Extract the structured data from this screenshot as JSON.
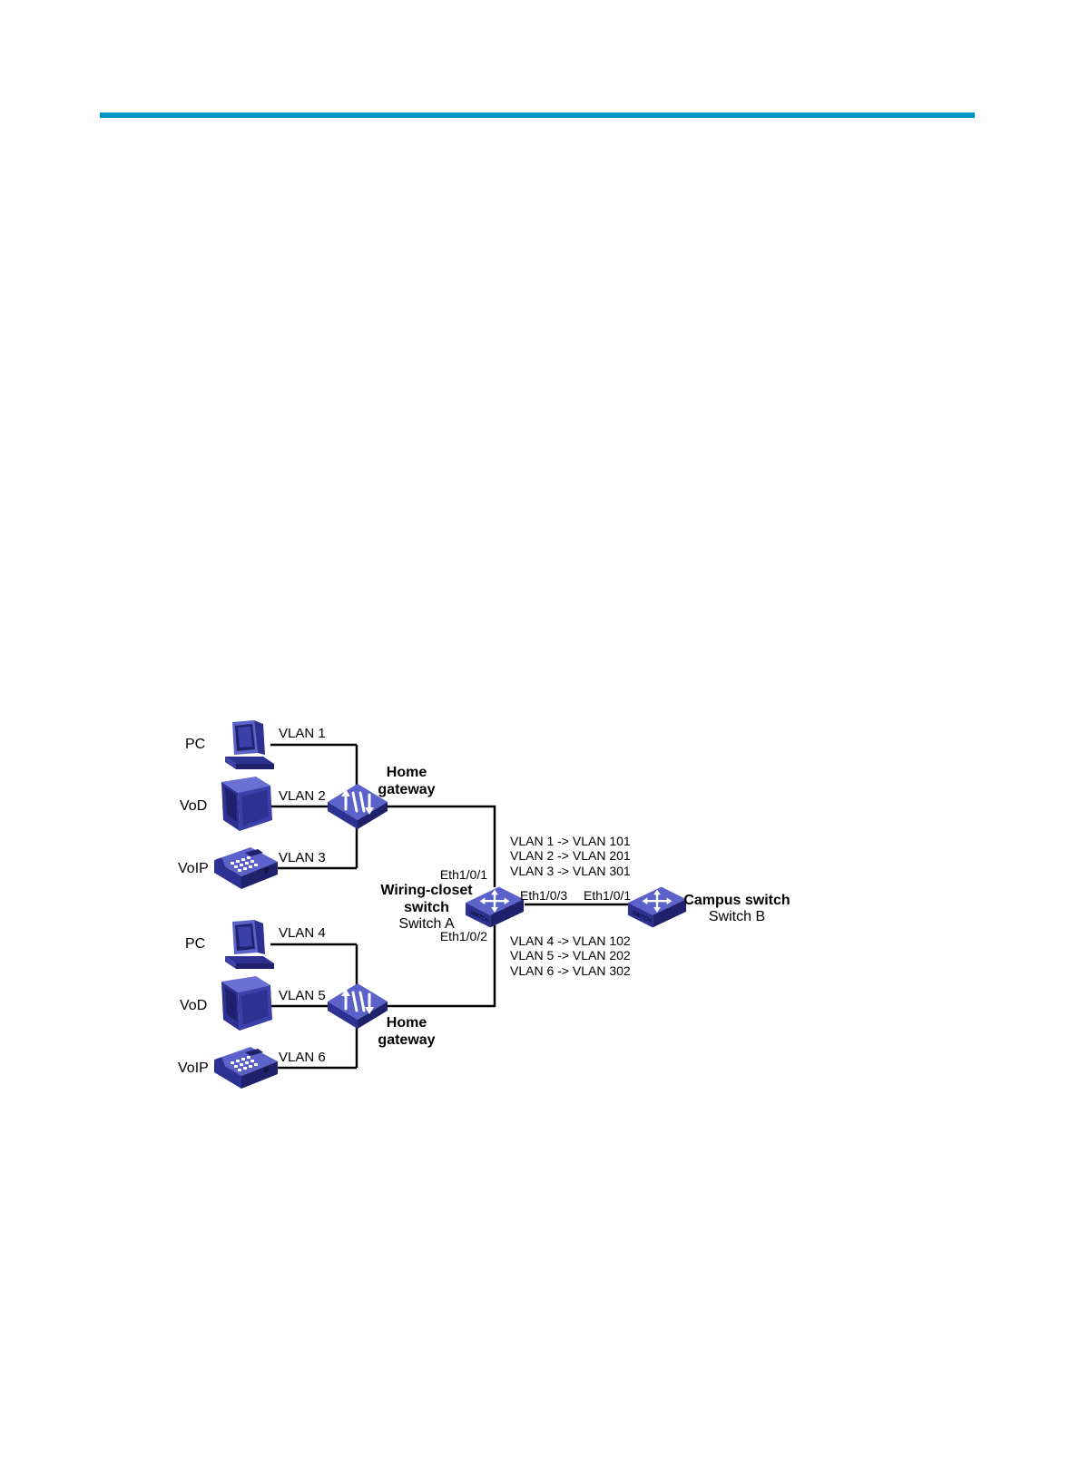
{
  "colors": {
    "rule": "#0096c8",
    "device_top": "#5b62c9",
    "device_side": "#2d3191",
    "device_dark": "#1f226b",
    "line": "#000000"
  },
  "groups": [
    {
      "devices": [
        {
          "label": "PC",
          "icon": "pc-icon",
          "vlan": "VLAN 1"
        },
        {
          "label": "VoD",
          "icon": "tv-icon",
          "vlan": "VLAN 2"
        },
        {
          "label": "VoIP",
          "icon": "ip-phone-icon",
          "vlan": "VLAN 3"
        }
      ],
      "gateway_line1": "Home",
      "gateway_line2": "gateway",
      "port": "Eth1/0/1",
      "mappings": [
        "VLAN 1 -> VLAN 101",
        "VLAN 2 -> VLAN 201",
        "VLAN 3 -> VLAN 301"
      ]
    },
    {
      "devices": [
        {
          "label": "PC",
          "icon": "pc-icon",
          "vlan": "VLAN 4"
        },
        {
          "label": "VoD",
          "icon": "tv-icon",
          "vlan": "VLAN 5"
        },
        {
          "label": "VoIP",
          "icon": "ip-phone-icon",
          "vlan": "VLAN 6"
        }
      ],
      "gateway_line1": "Home",
      "gateway_line2": "gateway",
      "port": "Eth1/0/2",
      "mappings": [
        "VLAN 4 -> VLAN 102",
        "VLAN 5 -> VLAN 202",
        "VLAN 6 -> VLAN 302"
      ]
    }
  ],
  "switch_a": {
    "line1": "Wiring-closet",
    "line2": "switch",
    "line3": "Switch A",
    "uplink_port": "Eth1/0/3",
    "badge": "SWITCH"
  },
  "switch_b": {
    "line1": "Campus switch",
    "line2": "Switch B",
    "port": "Eth1/0/1",
    "badge": "SWITCH"
  }
}
